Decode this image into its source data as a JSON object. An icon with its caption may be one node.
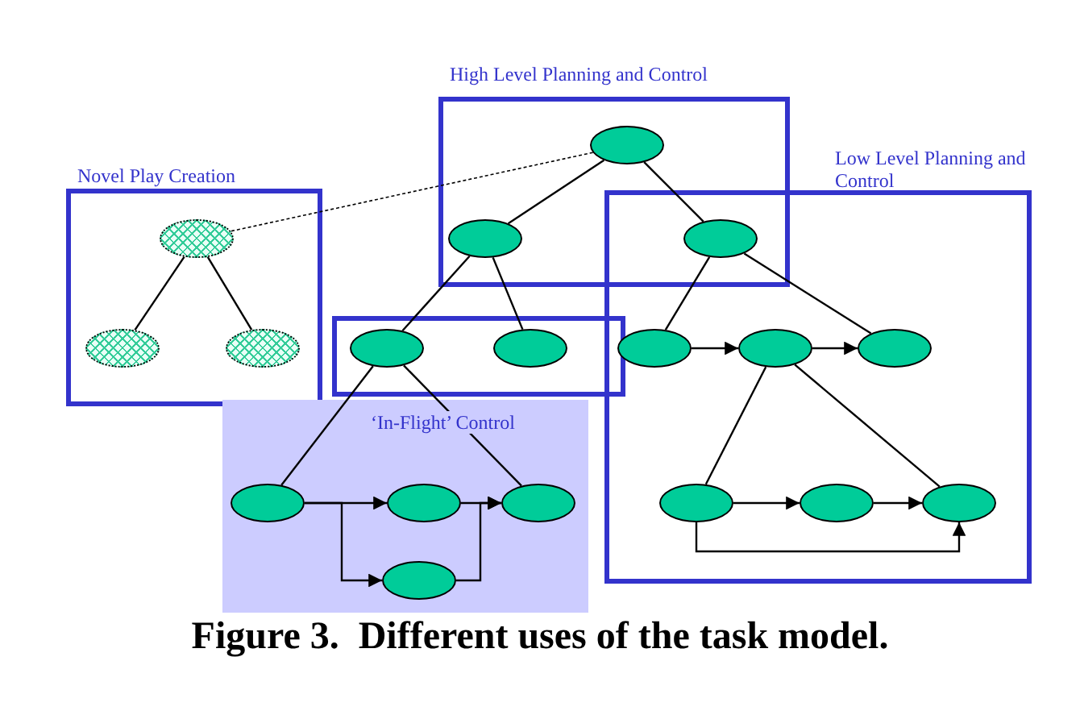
{
  "diagram": {
    "caption": "Figure 3.  Different uses of the task model.",
    "nodes": [
      {
        "text": [
          "High Level Planning and Control"
        ]
      },
      {
        "text": [],
        "shape": "ellipse",
        "in": 0
      },
      {
        "text": [],
        "shape": "ellipse",
        "in": 0
      },
      {
        "text": [],
        "shape": "ellipse"
      },
      {
        "text": [
          "Low Level Planning and Control"
        ]
      },
      {
        "text": [
          "Novel Play Creation"
        ]
      },
      {
        "text": [],
        "shape": "ellipse",
        "in": 5
      },
      {
        "text": [],
        "shape": "ellipse",
        "in": 5
      },
      {
        "text": [],
        "shape": "ellipse",
        "in": 5
      },
      {
        "text": [],
        "shape": "box"
      },
      {
        "text": [],
        "shape": "ellipse",
        "in": 9
      },
      {
        "text": [],
        "shape": "ellipse",
        "in": 9
      },
      {
        "text": [],
        "shape": "ellipse",
        "in": 4
      },
      {
        "text": [],
        "shape": "ellipse",
        "in": 4
      },
      {
        "text": [],
        "shape": "ellipse",
        "in": 4
      },
      {
        "text": [
          "‘In-Flight’ Control"
        ]
      },
      {
        "text": [],
        "shape": "ellipse",
        "in": 15
      },
      {
        "text": [],
        "shape": "ellipse",
        "in": 15
      },
      {
        "text": [],
        "shape": "ellipse",
        "in": 15
      },
      {
        "text": [],
        "shape": "ellipse",
        "in": 15
      },
      {
        "text": [],
        "shape": "ellipse",
        "in": 4
      },
      {
        "text": [],
        "shape": "ellipse",
        "in": 4
      },
      {
        "text": [],
        "shape": "ellipse",
        "in": 4
      }
    ],
    "edges": [
      {
        "from": 1,
        "to": 2,
        "arrow": "none"
      },
      {
        "from": 1,
        "to": 3,
        "arrow": "none"
      },
      {
        "from": 1,
        "to": 6,
        "arrow": "none",
        "style": "dashed"
      },
      {
        "from": 6,
        "to": 7,
        "arrow": "none"
      },
      {
        "from": 6,
        "to": 8,
        "arrow": "none"
      },
      {
        "from": 2,
        "to": 10,
        "arrow": "none"
      },
      {
        "from": 2,
        "to": 11,
        "arrow": "none"
      },
      {
        "from": 3,
        "to": 12,
        "arrow": "none"
      },
      {
        "from": 3,
        "to": 14,
        "arrow": "none"
      },
      {
        "from": 12,
        "to": 13,
        "arrow": "to"
      },
      {
        "from": 13,
        "to": 14,
        "arrow": "to"
      },
      {
        "from": 13,
        "to": 20,
        "arrow": "none"
      },
      {
        "from": 13,
        "to": 22,
        "arrow": "none"
      },
      {
        "from": 20,
        "to": 21,
        "arrow": "to"
      },
      {
        "from": 21,
        "to": 22,
        "arrow": "to"
      },
      {
        "from": 20,
        "to": 22,
        "arrow": "to"
      },
      {
        "from": 10,
        "to": 16,
        "arrow": "none"
      },
      {
        "from": 10,
        "to": 18,
        "arrow": "none"
      },
      {
        "from": 16,
        "to": 17,
        "arrow": "to"
      },
      {
        "from": 16,
        "to": 19,
        "arrow": "to"
      },
      {
        "from": 17,
        "to": 18,
        "arrow": "to"
      },
      {
        "from": 19,
        "to": 18,
        "arrow": "to"
      }
    ]
  }
}
